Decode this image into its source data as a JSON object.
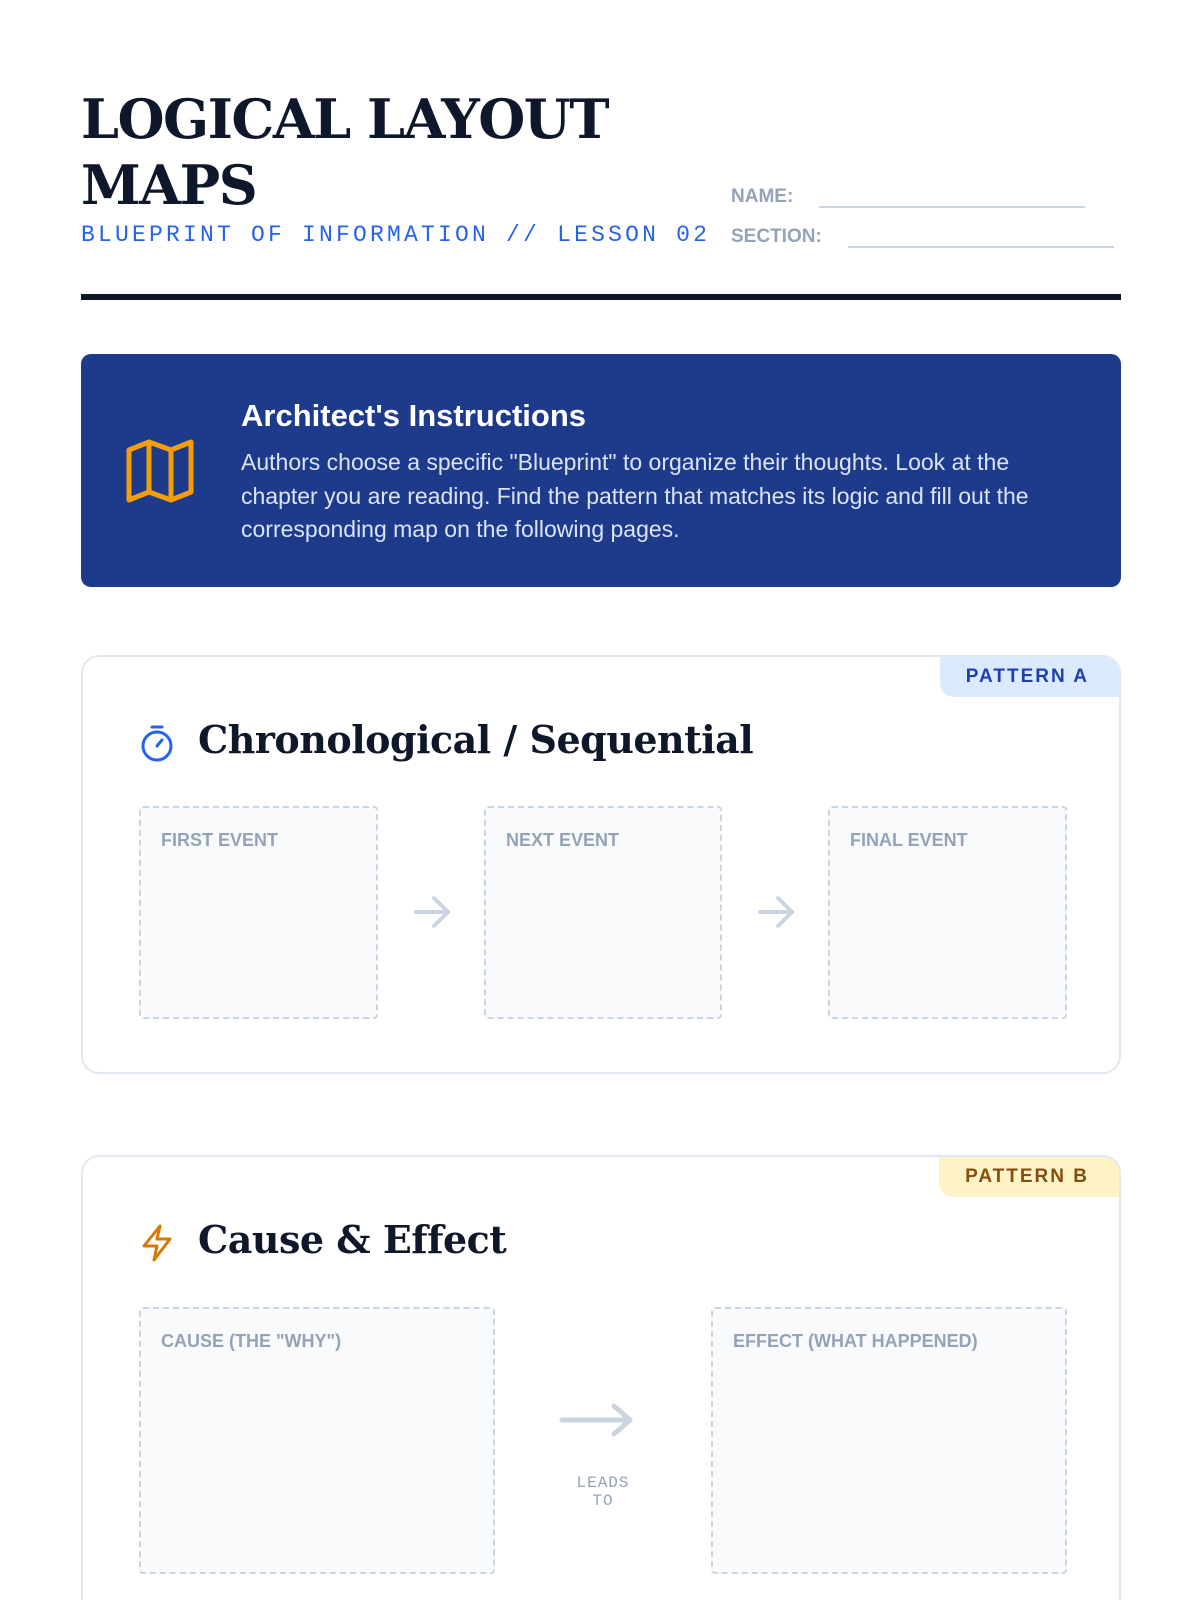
{
  "header": {
    "title_line1": "LOGICAL LAYOUT",
    "title_line2": "MAPS",
    "subtitle": "BLUEPRINT OF INFORMATION // LESSON 02",
    "name_label": "NAME:",
    "section_label": "SECTION:"
  },
  "instructions": {
    "icon": "map-icon",
    "title": "Architect's Instructions",
    "body": "Authors choose a specific \"Blueprint\" to organize their thoughts. Look at the chapter you are reading. Find the pattern that matches its logic and fill out the corresponding map on the following pages."
  },
  "patterns": [
    {
      "tag": "PATTERN A",
      "icon": "stopwatch-icon",
      "title": "Chronological / Sequential",
      "boxes": [
        "FIRST EVENT",
        "NEXT EVENT",
        "FINAL EVENT"
      ]
    },
    {
      "tag": "PATTERN B",
      "icon": "lightning-icon",
      "title": "Cause & Effect",
      "boxes": [
        "CAUSE (THE \"WHY\")",
        "EFFECT (WHAT HAPPENED)"
      ],
      "connector_label": "LEADS TO"
    }
  ],
  "colors": {
    "ink": "#0f172a",
    "accent_blue": "#2563eb",
    "banner_bg": "#1e3a8a",
    "banner_icon": "#f59e0b",
    "pattern_a_tag_bg": "#dbeafe",
    "pattern_b_tag_bg": "#fef3c7"
  }
}
